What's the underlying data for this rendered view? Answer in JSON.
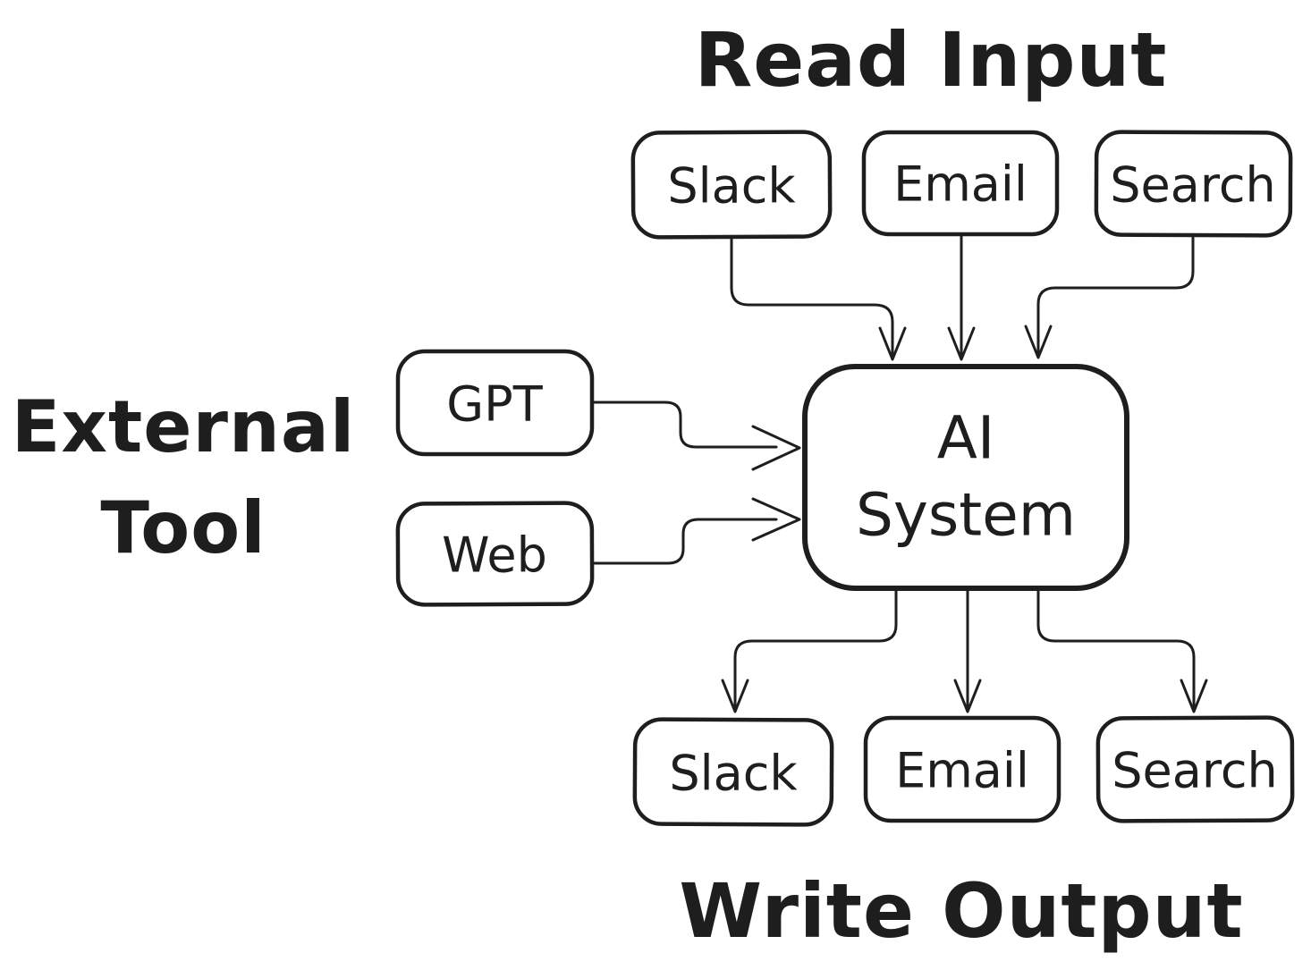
{
  "diagram": {
    "background": "#ffffff",
    "ink": "#1e1e1e",
    "titles": {
      "read_input": "Read Input",
      "write_output": "Write Output"
    },
    "side_label": {
      "line1": "External",
      "line2": "Tool"
    },
    "center_node": {
      "line1": "AI",
      "line2": "System"
    },
    "input_nodes": [
      {
        "label": "Slack"
      },
      {
        "label": "Email"
      },
      {
        "label": "Search"
      }
    ],
    "external_nodes": [
      {
        "label": "GPT"
      },
      {
        "label": "Web"
      }
    ],
    "output_nodes": [
      {
        "label": "Slack"
      },
      {
        "label": "Email"
      },
      {
        "label": "Search"
      }
    ],
    "edges": [
      {
        "from": "input-slack",
        "to": "ai-system"
      },
      {
        "from": "input-email",
        "to": "ai-system"
      },
      {
        "from": "input-search",
        "to": "ai-system"
      },
      {
        "from": "gpt",
        "to": "ai-system"
      },
      {
        "from": "web",
        "to": "ai-system"
      },
      {
        "from": "ai-system",
        "to": "output-slack"
      },
      {
        "from": "ai-system",
        "to": "output-email"
      },
      {
        "from": "ai-system",
        "to": "output-search"
      }
    ]
  }
}
